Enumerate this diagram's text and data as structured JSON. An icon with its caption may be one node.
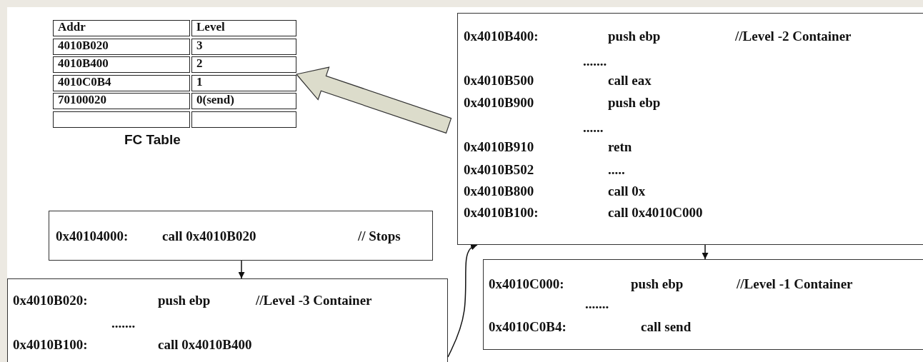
{
  "diagram": {
    "nodes": [
      {
        "text": [
          "FC Table"
        ]
      },
      {
        "text": [
          "0x4010B400:",
          "push ebp",
          "//Level -2 Container",
          ".......",
          "0x4010B500",
          "call eax",
          "0x4010B900",
          "push ebp",
          "......",
          "0x4010B910",
          "retn",
          "0x4010B502",
          ".....",
          "0x4010B800",
          "call 0x",
          "0x4010B100:",
          "call 0x4010C000"
        ]
      },
      {
        "text": [
          "0x40104000:",
          "call 0x4010B020",
          "// Stops"
        ]
      },
      {
        "text": [
          "0x4010B020:",
          "push ebp",
          "//Level -3 Container",
          ".......",
          "0x4010B100:",
          "call 0x4010B400"
        ]
      },
      {
        "text": [
          "0x4010C000:",
          "push ebp",
          "//Level -1 Container",
          ".......",
          "0x4010C0B4:",
          "call send"
        ]
      }
    ],
    "edges": [
      {
        "from": 1,
        "to": 0,
        "arrow": "to",
        "style": "thick",
        "color": "#dcdccb"
      },
      {
        "from": 2,
        "to": 3,
        "arrow": "to"
      },
      {
        "from": 3,
        "to": 1,
        "arrow": "to"
      },
      {
        "from": 1,
        "to": 4,
        "arrow": "to"
      }
    ],
    "labels": [
      "Addr",
      "Level",
      "4010B020",
      "3",
      "4010B400",
      "2",
      "4010C0B4",
      "1",
      "70100020",
      "0(send)"
    ]
  }
}
